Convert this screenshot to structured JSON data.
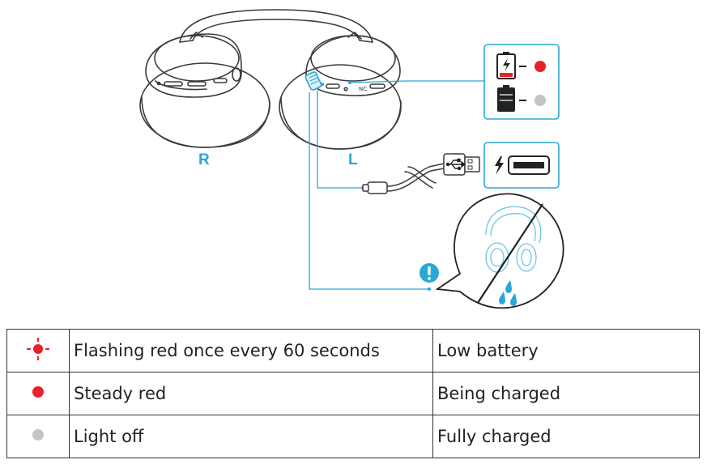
{
  "diagram": {
    "side_labels": {
      "right": "R",
      "left": "L"
    },
    "button_label": "NC",
    "accent_color": "#29a8d8",
    "led_colors": {
      "red": "#e8222a",
      "off": "#c4c4c4"
    },
    "icons": {
      "battery_charging": "battery-charging-icon",
      "battery_full": "battery-full-icon",
      "usb_port": "usb-port-icon",
      "usb_symbol": "usb-symbol-icon",
      "lightning": "lightning-icon",
      "warning": "warning-icon",
      "water": "water-drop-icon"
    }
  },
  "status_table": {
    "rows": [
      {
        "indicator": "flashing-red",
        "description": "Flashing red once every 60 seconds",
        "meaning": "Low battery"
      },
      {
        "indicator": "steady-red",
        "description": "Steady red",
        "meaning": "Being charged"
      },
      {
        "indicator": "light-off",
        "description": "Light off",
        "meaning": "Fully charged"
      }
    ]
  }
}
